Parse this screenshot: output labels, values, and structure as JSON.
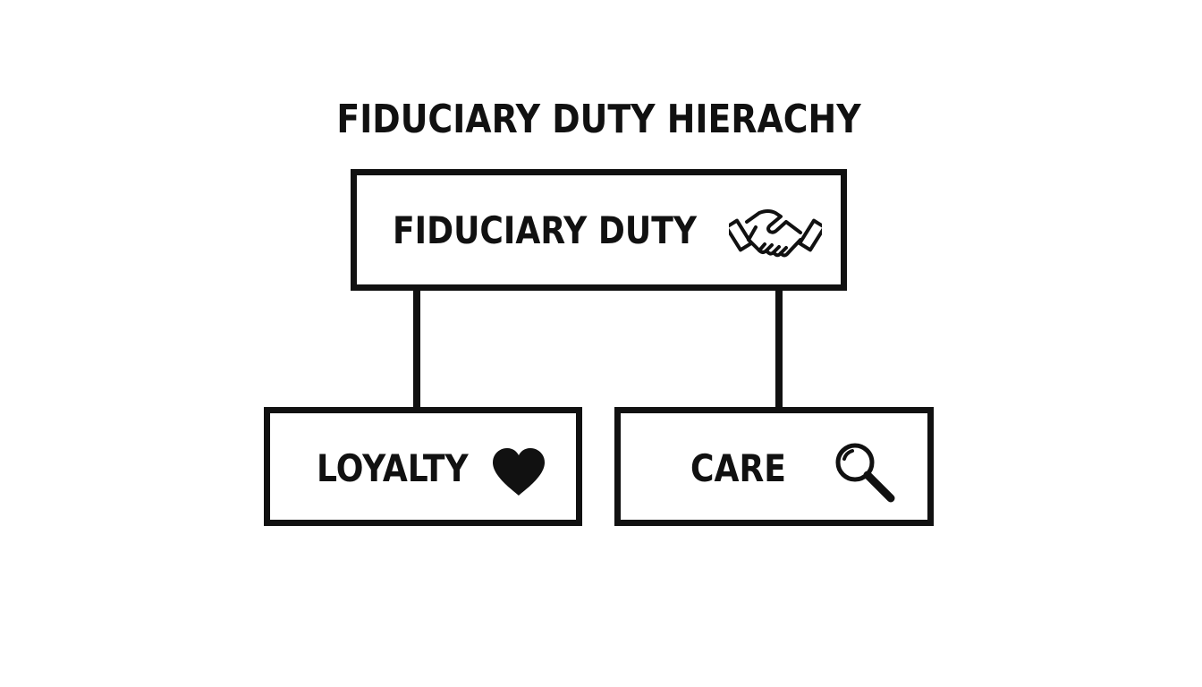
{
  "diagram": {
    "title": "FIDUCIARY DUTY HIERACHY",
    "root": {
      "label": "FIDUCIARY DUTY",
      "icon": "handshake-icon"
    },
    "children": [
      {
        "label": "LOYALTY",
        "icon": "heart-icon"
      },
      {
        "label": "CARE",
        "icon": "magnifying-glass-icon"
      }
    ],
    "colors": {
      "stroke": "#111111",
      "background": "#ffffff"
    }
  }
}
